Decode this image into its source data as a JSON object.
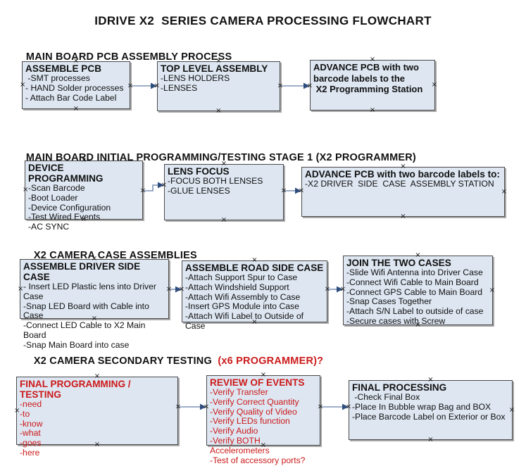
{
  "title": "IDRIVE X2  SERIES CAMERA PROCESSING FLOWCHART",
  "glyphs": {
    "handle": "×"
  },
  "colors": {
    "red": "#cc1a1a",
    "box_fill": "#dde6f1",
    "box_border": "#4a4a4a",
    "connector_line": "#7d94b6",
    "connector_head": "#2e4d7d"
  },
  "sections": [
    {
      "heading": "MAIN BOARD PCB ASSEMBLY PROCESS",
      "heading_red": "",
      "boxes": [
        {
          "title": "ASSEMBLE PCB",
          "lines": [
            " -SMT processes",
            "- HAND Solder processes",
            "- Attach Bar Code Label"
          ]
        },
        {
          "title": "TOP LEVEL ASSEMBLY",
          "lines": [
            "-LENS HOLDERS",
            "-LENSES"
          ]
        },
        {
          "title": "",
          "lines": [
            "ADVANCE PCB with two",
            "barcode labels to the",
            " X2 Programming Station"
          ]
        }
      ]
    },
    {
      "heading": "MAIN BOARD INITIAL PROGRAMMING/TESTING STAGE 1 (X2 PROGRAMMER)",
      "heading_red": "",
      "boxes": [
        {
          "title": "DEVICE PROGRAMMING",
          "lines": [
            "-Scan Barcode",
            "-Boot Loader",
            "-Device Configuration",
            "-Test Wired Events",
            "-AC SYNC"
          ]
        },
        {
          "title": "LENS FOCUS",
          "lines": [
            "-FOCUS BOTH LENSES",
            "-GLUE LENSES"
          ]
        },
        {
          "title": "ADVANCE PCB with two barcode labels to:",
          "lines": [
            "-X2 DRIVER  SIDE  CASE  ASSEMBLY STATION"
          ]
        }
      ]
    },
    {
      "heading": "X2 CAMERA CASE ASSEMBLIES",
      "heading_red": "",
      "boxes": [
        {
          "title": "ASSEMBLE DRIVER SIDE CASE",
          "lines": [
            "- Insert LED Plastic lens into Driver Case",
            "-Snap LED Board with Cable into Case",
            "-Connect LED Cable to X2 Main Board",
            "-Snap Main Board into case"
          ]
        },
        {
          "title": "ASSEMBLE ROAD SIDE CASE",
          "lines": [
            "-Attach Support Spur to Case",
            "-Attach Windshield Support",
            "-Attach Wifi Assembly to Case",
            "-Insert GPS Module into Case",
            "-Attach Wifi Label to Outside of Case"
          ]
        },
        {
          "title": "JOIN THE TWO CASES",
          "lines": [
            "-Slide Wifi Antenna into Driver Case",
            "-Connect Wifi Cable to Main Board",
            "-Connect GPS Cable to Main Board",
            "-Snap Cases Together",
            "-Attach S/N Label to outside of case",
            "-Secure cases with Screw"
          ]
        }
      ]
    },
    {
      "heading": "X2 CAMERA SECONDARY TESTING ",
      "heading_red": " (x6 PROGRAMMER)?",
      "boxes": [
        {
          "title": "FINAL PROGRAMMING / TESTING",
          "lines": [
            "-need",
            "-to",
            "-know",
            "-what",
            "-goes",
            "-here"
          ]
        },
        {
          "title": "REVIEW OF EVENTS",
          "lines": [
            "-Verify Transfer",
            "-Verify Correct Quantity",
            "-Verify Quality of Video",
            "-Verify LEDs function",
            "-Verify Audio",
            "-Verify BOTH Accelerometers",
            "-Test of accessory ports?"
          ]
        },
        {
          "title": "FINAL PROCESSING",
          "lines": [
            " -Check Final Box",
            "-Place In Bubble wrap Bag and BOX",
            "-Place Barcode Label on Exterior or Box"
          ]
        }
      ]
    }
  ]
}
